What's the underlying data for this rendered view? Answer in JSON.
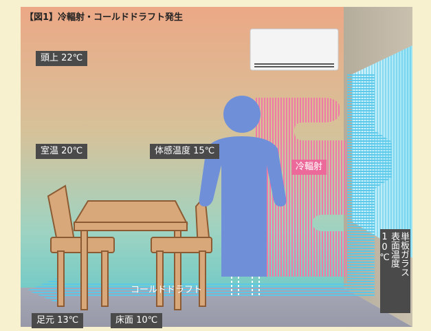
{
  "title": "【図1】冷輻射・コールドドラフト発生",
  "labels": {
    "head": "頭上 22℃",
    "room": "室温 20℃",
    "sensed": "体感温度 15℃",
    "radiation": "冷輻射",
    "draft": "コールドドラフト",
    "feet": "足元 13℃",
    "floor": "床面 10℃",
    "glass_line1": "単板ガラス",
    "glass_line2": "表面温度",
    "glass_line3": "10℃"
  },
  "colors": {
    "wall_top": "#eca888",
    "wall_bottom": "#7fd0c6",
    "person": "#6f8fd8",
    "radiation": "#f06a9c",
    "draft": "#5ac8e8",
    "furniture": "#d9a87a"
  }
}
